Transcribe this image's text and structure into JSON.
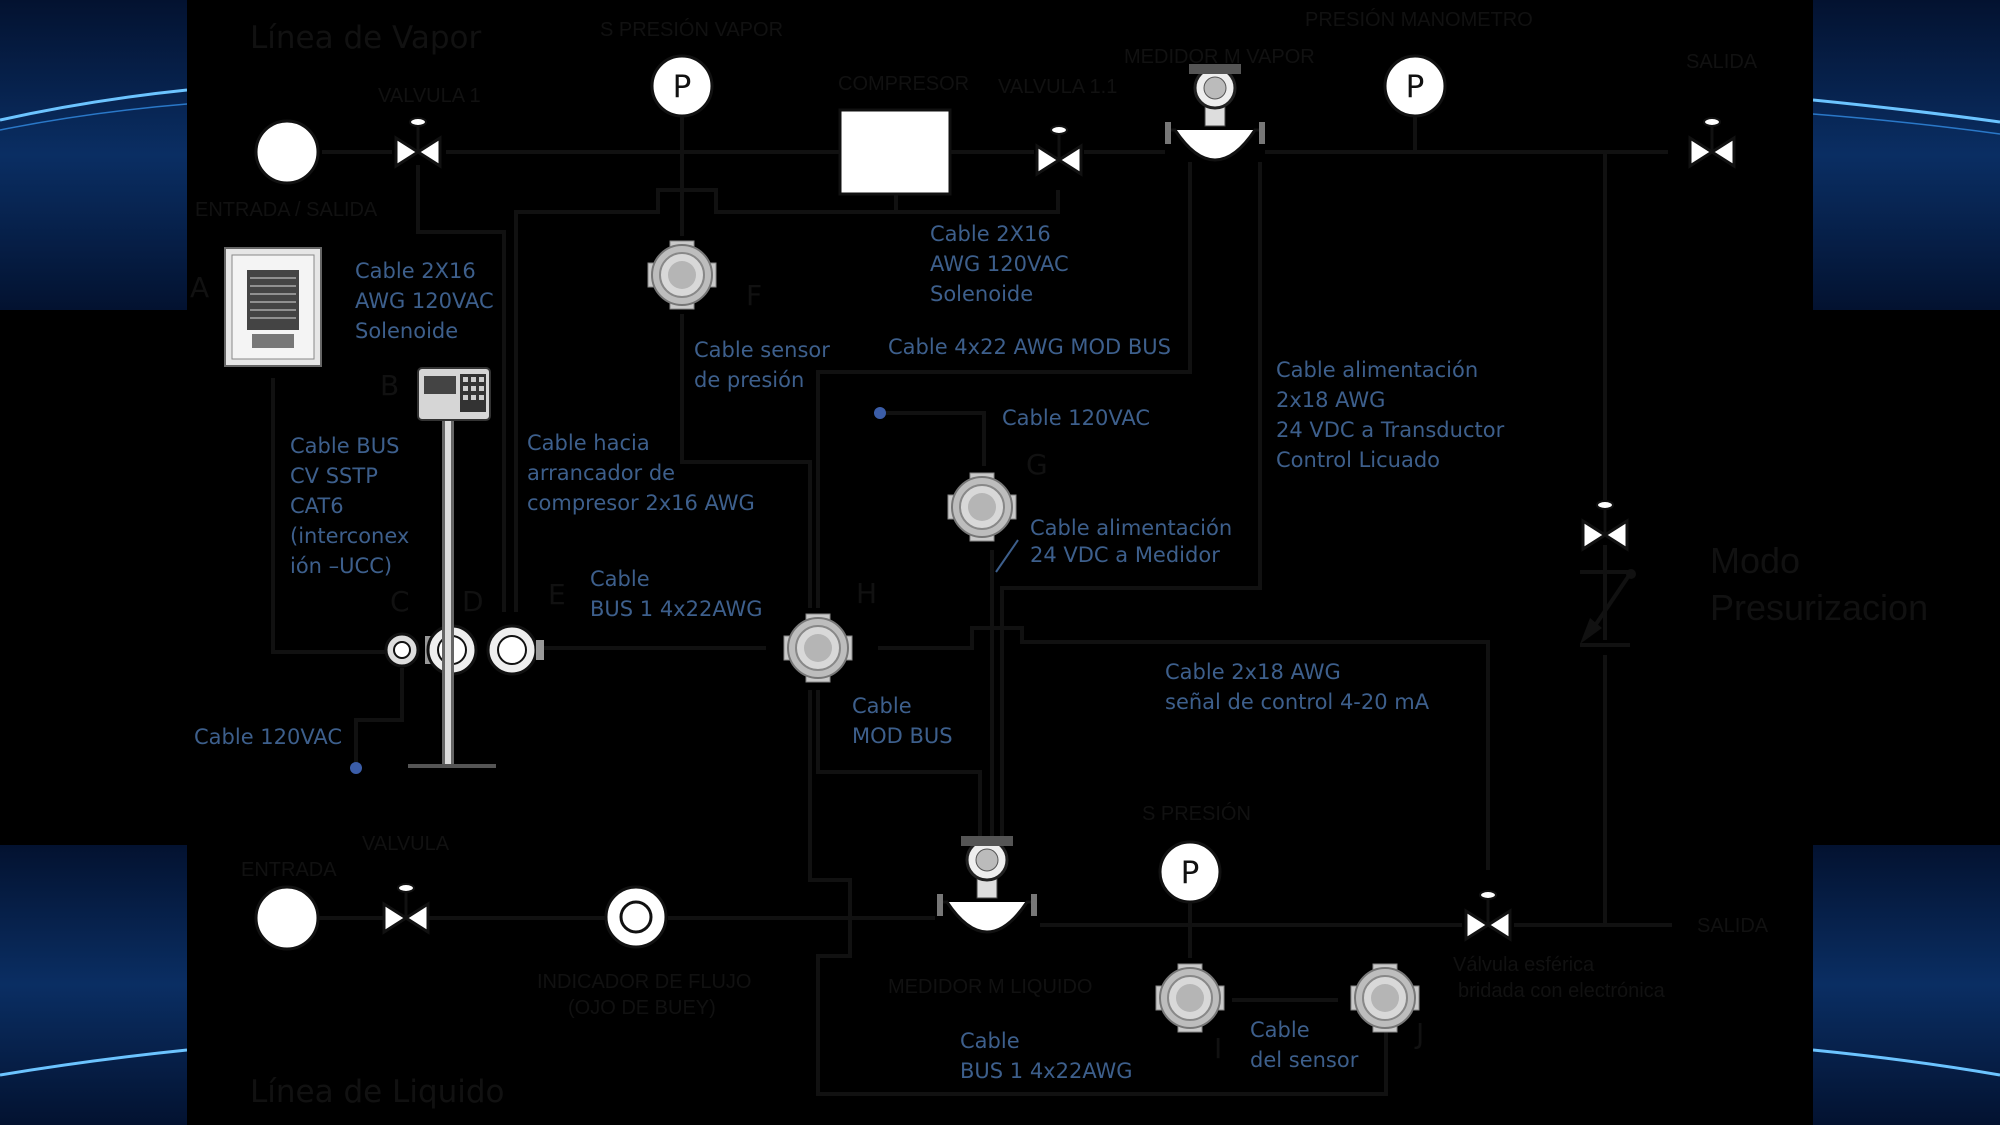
{
  "theme": {
    "panel_dark": "#041634",
    "panel_glow": "#3fa9ff",
    "label_blue": "#3d5f8c",
    "line": "#111111"
  },
  "titles": {
    "vapor_line": "Línea de Vapor",
    "liquid_line": "Línea de Liquido",
    "mode": [
      "Modo",
      "Presurizacion"
    ]
  },
  "components": {
    "entrada_salida": "ENTRADA / SALIDA",
    "valvula_1": "VALVULA 1",
    "s_presion_vapor": "S PRESIÓN VAPOR",
    "compresor": "COMPRESOR",
    "valvula_1_1": "VALVULA 1.1",
    "medidor_vapor": "MEDIDOR M VAPOR",
    "presion_manometro": "PRESIÓN MANOMETRO",
    "salida_top": "SALIDA",
    "entrada_bottom": "ENTRADA",
    "valvula_bottom": "VALVULA",
    "indicador_flujo": [
      "INDICADOR DE FLUJO",
      "(OJO DE BUEY)"
    ],
    "medidor_liquido": "MEDIDOR M LIQUIDO",
    "s_presion": "S PRESIÓN",
    "salida_bottom": "SALIDA",
    "valvula_esferica": [
      "Válvula esférica",
      "bridada con electrónica"
    ],
    "pressure_symbol": "P"
  },
  "letters": {
    "A": "A",
    "B": "B",
    "C": "C",
    "D": "D",
    "E": "E",
    "F": "F",
    "G": "G",
    "H": "H",
    "I": "I",
    "J": "J"
  },
  "cables": {
    "solenoide_left": [
      "Cable 2X16",
      "AWG  120VAC",
      "Solenoide"
    ],
    "solenoide_right": [
      "Cable 2X16",
      "AWG  120VAC",
      "Solenoide"
    ],
    "sensor_presion": [
      "Cable sensor",
      "de presión"
    ],
    "modbus_4x22": "Cable 4x22 AWG MOD BUS",
    "alimentacion_transductor": [
      "Cable alimentación",
      "2x18 AWG",
      "24 VDC a Transductor",
      "Control Licuado"
    ],
    "cable_120vac_g": "Cable 120VAC",
    "bus_cv": [
      "Cable BUS",
      "CV  SSTP",
      "CAT6",
      "(interconex",
      "ión –UCC)"
    ],
    "arrancador": [
      "Cable hacia",
      "arrancador de",
      "compresor  2x16 AWG"
    ],
    "alimentacion_medidor": [
      "Cable alimentación",
      "24 VDC a Medidor"
    ],
    "bus1_e": [
      "Cable",
      "BUS 1  4x22AWG"
    ],
    "control_4_20": [
      "Cable 2x18 AWG",
      "señal de control 4-20 mA"
    ],
    "cable_120vac_left": "Cable 120VAC",
    "mod_bus_h": [
      "Cable",
      "MOD BUS"
    ],
    "del_sensor": [
      "Cable",
      "del sensor"
    ],
    "bus1_bottom": [
      "Cable",
      "BUS 1  4x22AWG"
    ]
  }
}
